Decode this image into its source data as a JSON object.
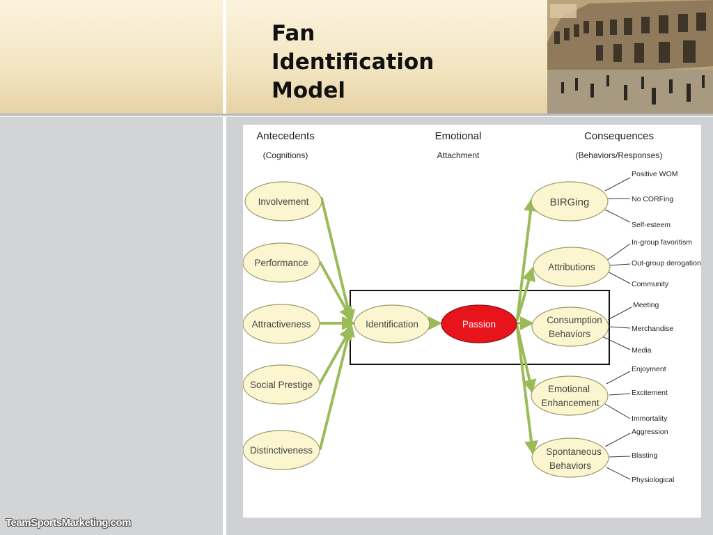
{
  "slide": {
    "title_lines": [
      "Fan",
      "Identification",
      "Model"
    ],
    "logo_text": "TeamSportsMarketing.com"
  },
  "diagram": {
    "headers": {
      "antecedents": "Antecedents",
      "cognitions": "(Cognitions)",
      "emotional": "Emotional",
      "attachment": "Attachment",
      "consequences": "Consequences",
      "behaviors": "(Behaviors/Responses)"
    },
    "antecedents": [
      "Involvement",
      "Performance",
      "Attractiveness",
      "Social Prestige",
      "Distinctiveness"
    ],
    "center": {
      "identification": "Identification",
      "passion": "Passion"
    },
    "consequences": [
      {
        "lines": [
          "BIRGing"
        ],
        "items": [
          "Positive WOM",
          "No CORFing",
          "Self-esteem"
        ]
      },
      {
        "lines": [
          "Attributions"
        ],
        "items": [
          "In-group favoritism",
          "Out-group derogation",
          "Community"
        ]
      },
      {
        "lines": [
          "Consumption",
          "Behaviors"
        ],
        "items": [
          "Meeting",
          "Merchandise",
          "Media"
        ]
      },
      {
        "lines": [
          "Emotional",
          "Enhancement"
        ],
        "items": [
          "Enjoyment",
          "Excitement",
          "Immortality"
        ]
      },
      {
        "lines": [
          "Spontaneous",
          "Behaviors"
        ],
        "items": [
          "Aggression",
          "Blasting",
          "Physiological"
        ]
      }
    ],
    "colors": {
      "ellipse_fill": "#fbf6cf",
      "ellipse_stroke": "#9c9a6a",
      "arrow": "#9bbb59",
      "passion_fill": "#e8141b"
    }
  }
}
